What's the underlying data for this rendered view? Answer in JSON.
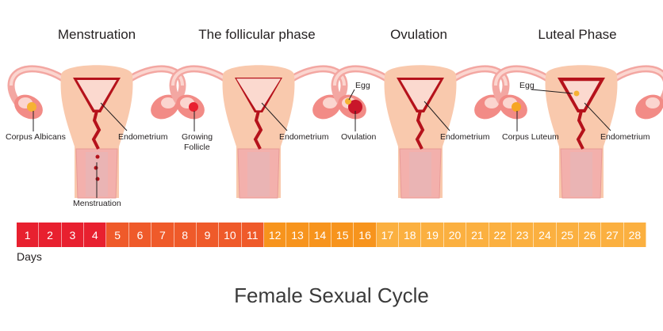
{
  "panels": [
    {
      "title": "Menstruation",
      "labels": {
        "left": "Corpus Albicans",
        "right": "Endometrium",
        "bottom": "Menstruation"
      }
    },
    {
      "title": "The follicular phase",
      "labels": {
        "left_line1": "Growing",
        "left_line2": "Follicle",
        "right": "Endometrium"
      }
    },
    {
      "title": "Ovulation",
      "labels": {
        "egg": "Egg",
        "left": "Ovulation",
        "right": "Endometrium"
      }
    },
    {
      "title": "Luteal Phase",
      "labels": {
        "egg": "Egg",
        "left": "Corpus Luteum",
        "right": "Endometrium"
      }
    }
  ],
  "timeline": {
    "label": "Days",
    "days": [
      "1",
      "2",
      "3",
      "4",
      "5",
      "6",
      "7",
      "8",
      "9",
      "10",
      "11",
      "12",
      "13",
      "14",
      "15",
      "16",
      "17",
      "18",
      "19",
      "20",
      "21",
      "22",
      "23",
      "24",
      "25",
      "26",
      "27",
      "28"
    ],
    "phase_colors": {
      "menstruation": "#e8202f",
      "follicular": "#ef5a2a",
      "ovulation": "#f7941d",
      "luteal": "#fbb040"
    }
  },
  "footer": {
    "title": "Female Sexual Cycle"
  }
}
